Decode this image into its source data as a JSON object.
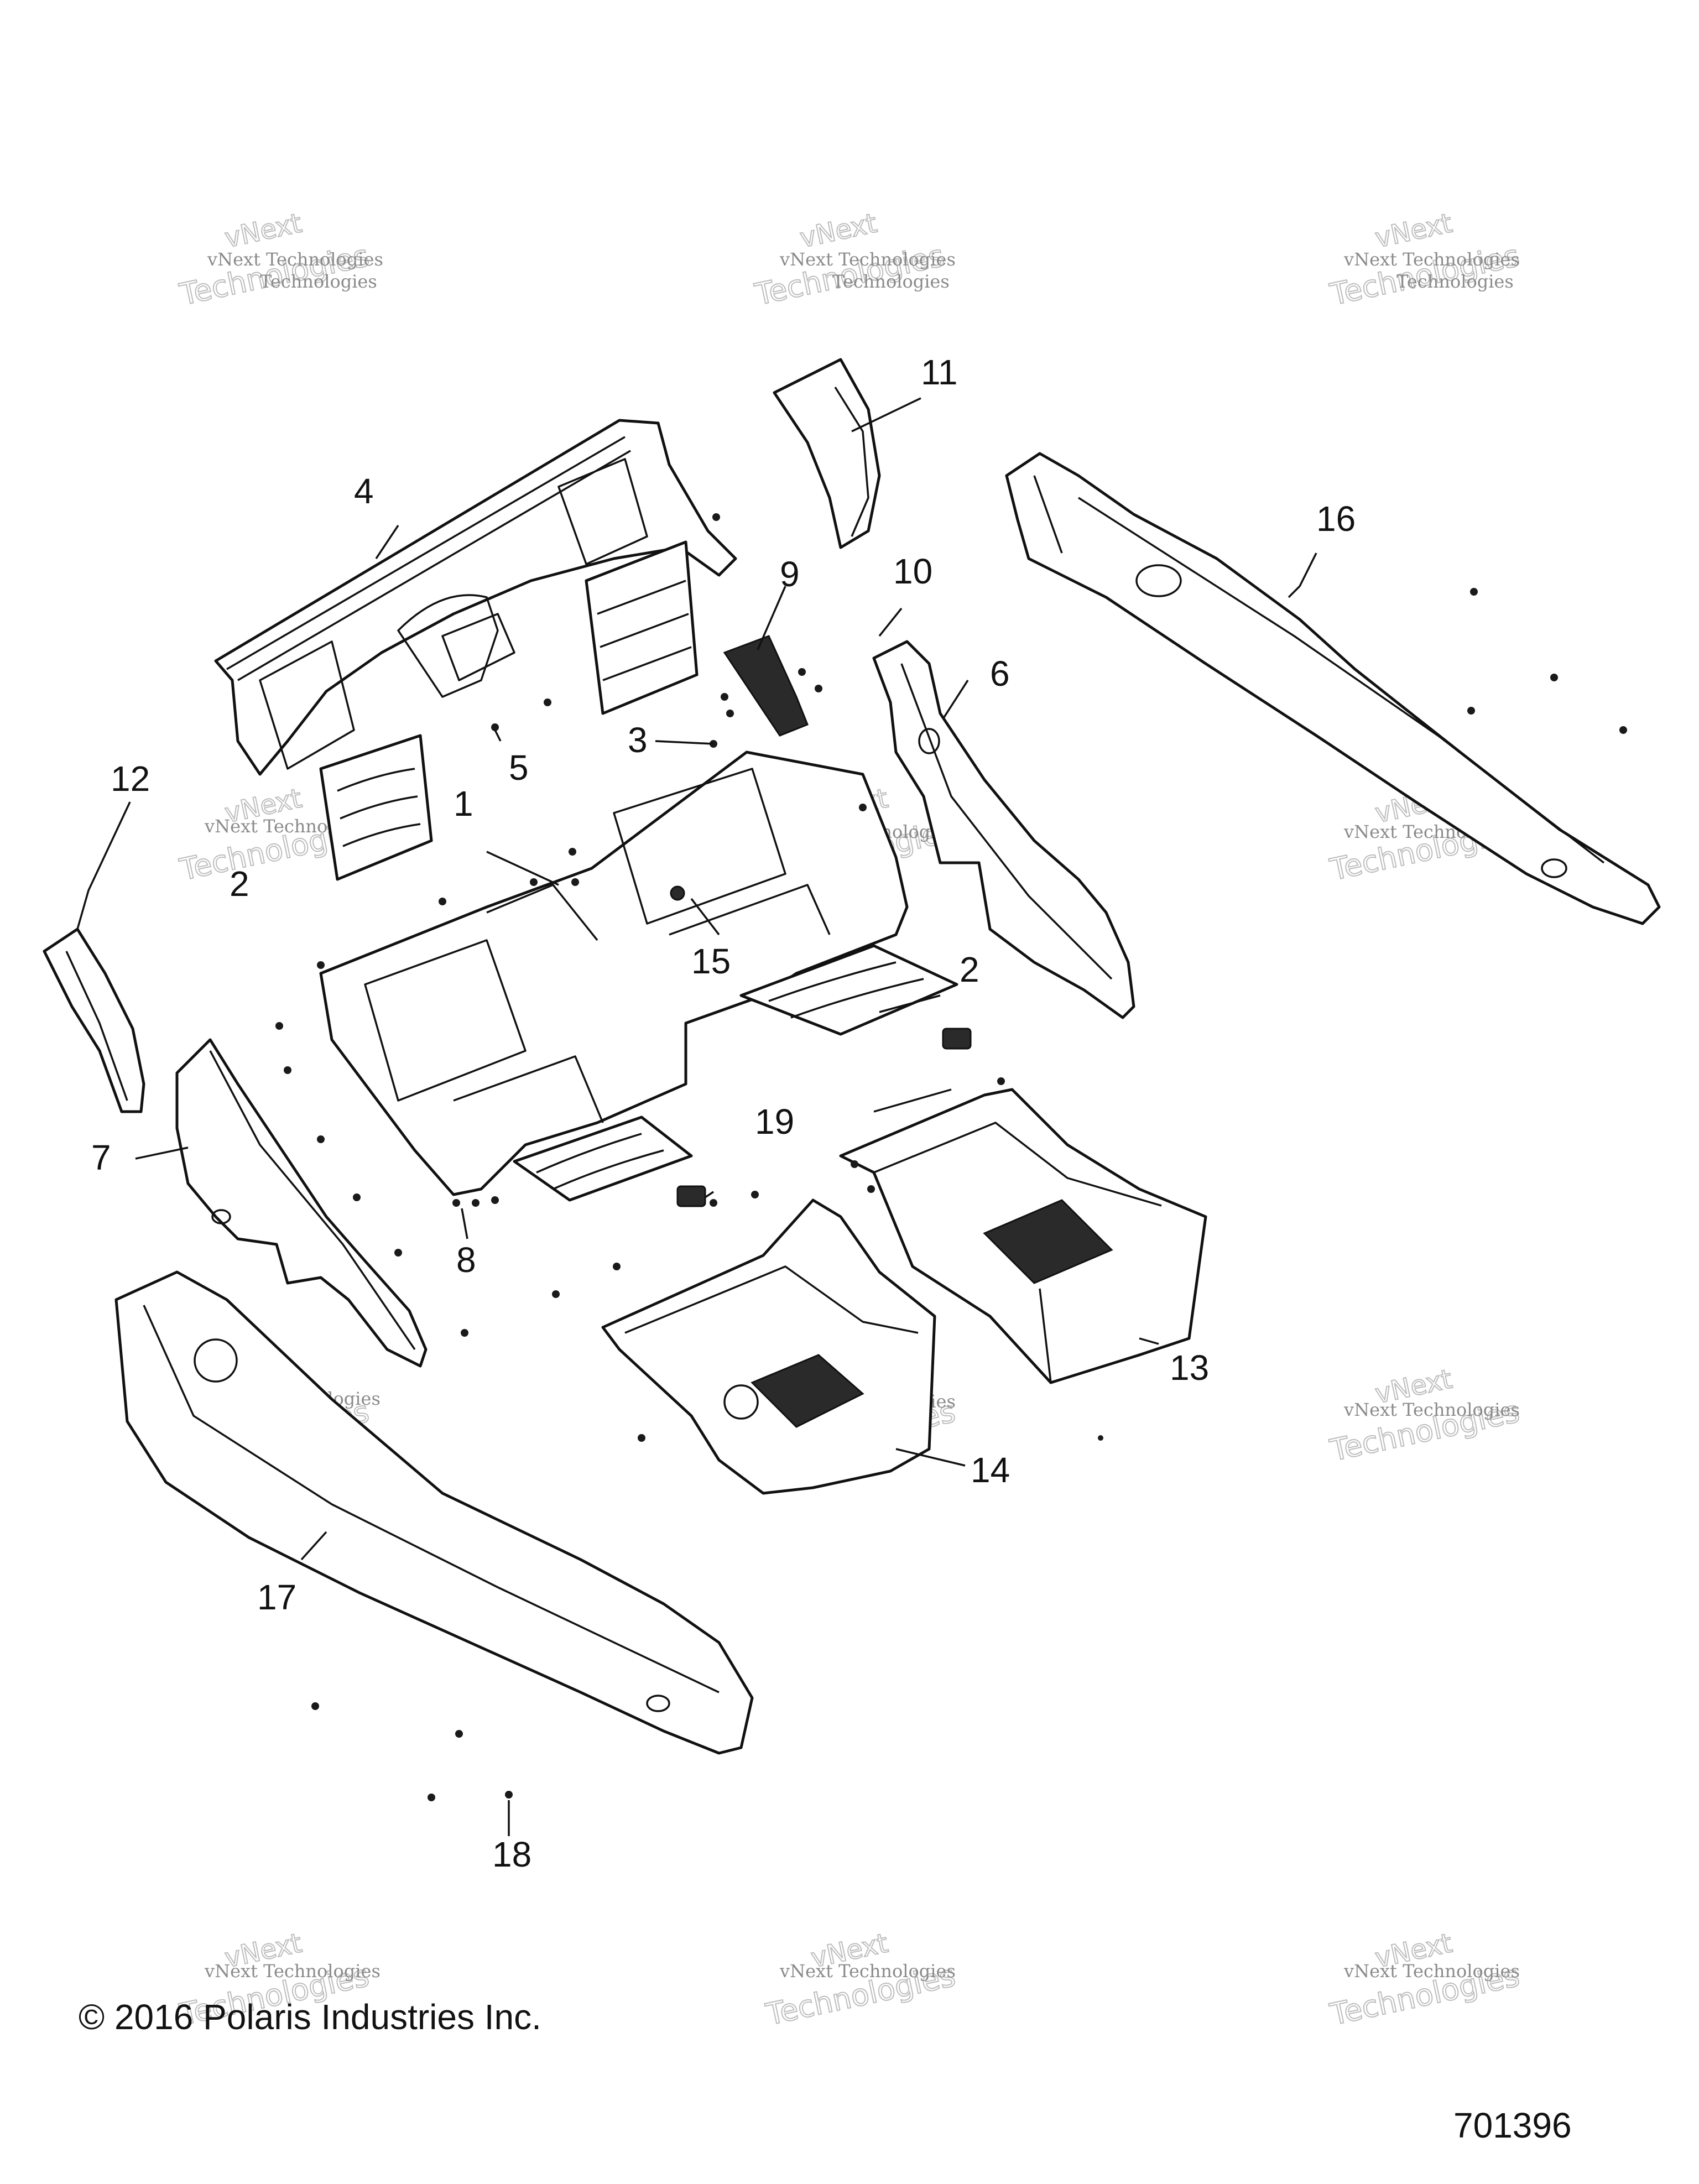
{
  "copyright": "© 2016 Polaris Industries Inc.",
  "figure_number": "701396",
  "watermark": {
    "brand_line": "vNext Technologies",
    "large_line": "Technologies",
    "prefix": "vNext"
  },
  "callouts": [
    "1",
    "2",
    "2",
    "3",
    "4",
    "5",
    "6",
    "7",
    "8",
    "9",
    "10",
    "11",
    "12",
    "13",
    "14",
    "15",
    "16",
    "17",
    "18",
    "19"
  ]
}
